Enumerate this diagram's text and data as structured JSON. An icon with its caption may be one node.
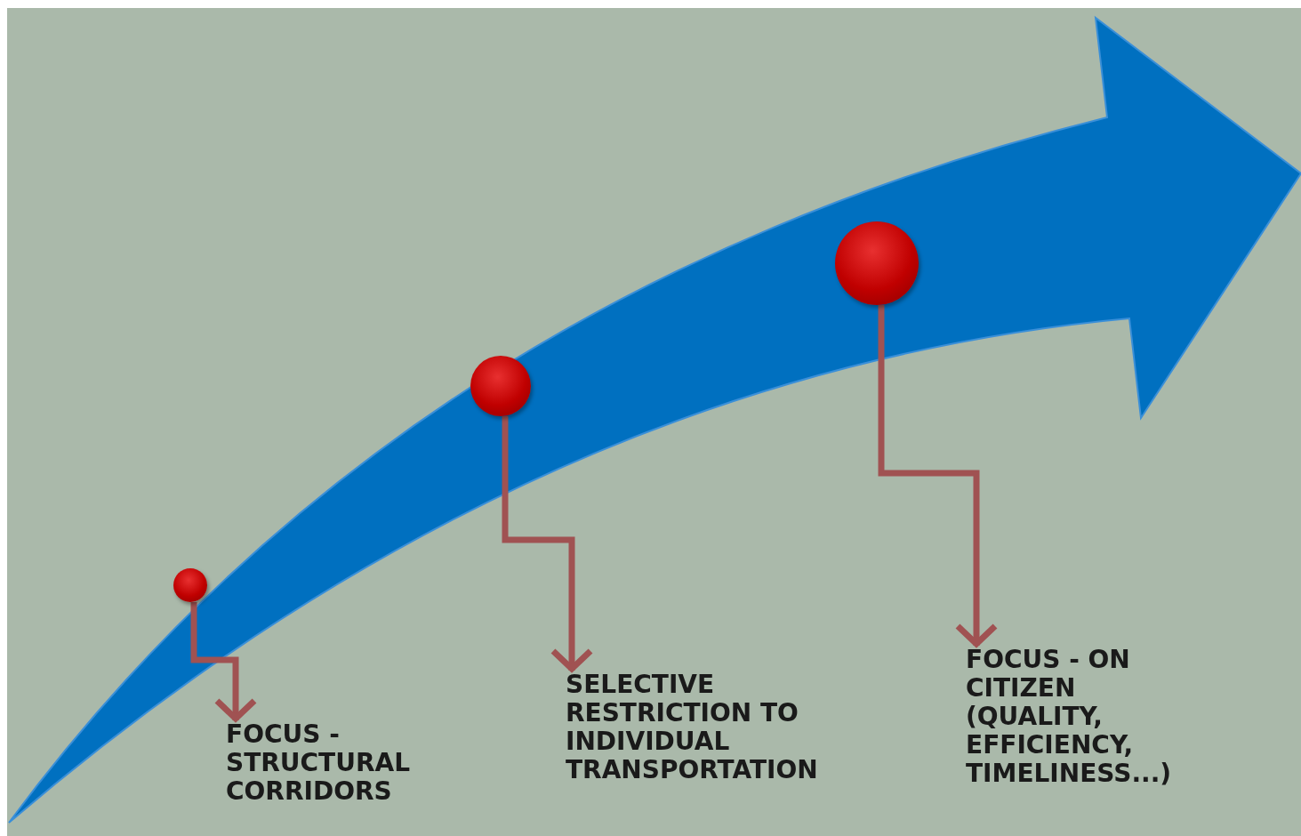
{
  "diagram": {
    "nodes": [
      {
        "text": [],
        "shape": "circle"
      },
      {
        "text": [],
        "shape": "circle"
      },
      {
        "text": [],
        "shape": "circle"
      },
      {
        "text": [
          "FOCUS - STRUCTURAL CORRIDORS"
        ]
      },
      {
        "text": [
          "SELECTIVE RESTRICTION TO INDIVIDUAL TRANSPORTATION"
        ]
      },
      {
        "text": [
          "FOCUS - ON CITIZEN (QUALITY, EFFICIENCY, TIMELINESS...)"
        ]
      }
    ],
    "edges": [
      {
        "from": 0,
        "to": 3,
        "arrow": "to"
      },
      {
        "from": 1,
        "to": 4,
        "arrow": "to"
      },
      {
        "from": 2,
        "to": 5,
        "arrow": "to"
      }
    ]
  }
}
